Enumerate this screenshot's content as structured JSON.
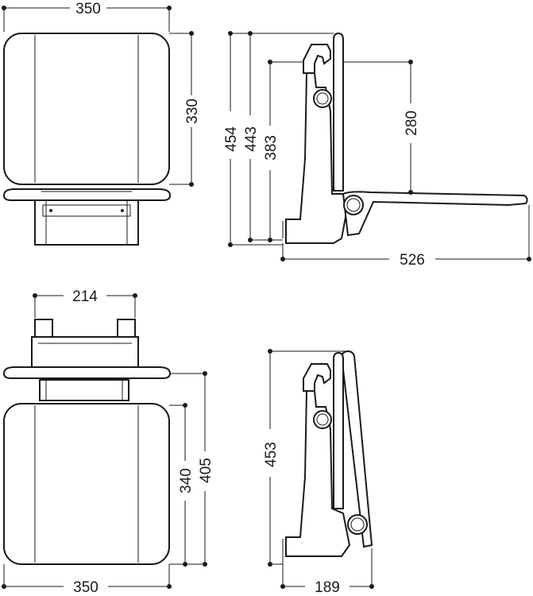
{
  "dimensions": {
    "top_left_width": "350",
    "top_left_height": "330",
    "side_total_height": "454",
    "side_seat_height": "443",
    "side_hook_height": "383",
    "side_backrest_height": "280",
    "side_depth": "526",
    "bottom_left_bracket_width": "214",
    "bottom_left_seat_width": "350",
    "bottom_left_seat_depth": "340",
    "bottom_left_total_depth": "405",
    "folded_height": "453",
    "folded_depth": "189"
  }
}
